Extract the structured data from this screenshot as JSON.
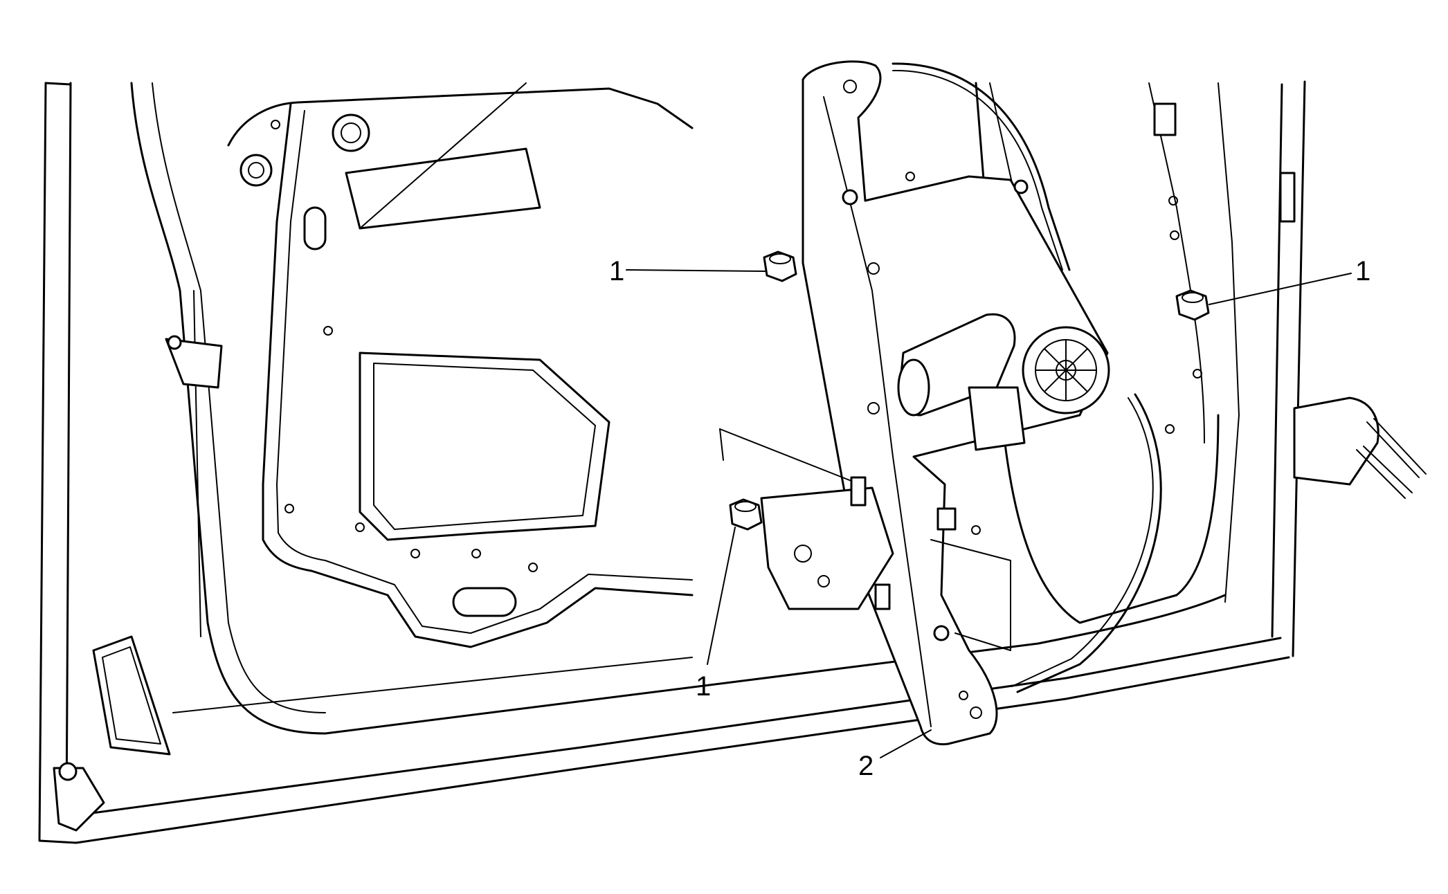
{
  "callouts": [
    {
      "id": "nut-upper-left",
      "label": "1"
    },
    {
      "id": "nut-lower-middle",
      "label": "1"
    },
    {
      "id": "nut-upper-right",
      "label": "1"
    },
    {
      "id": "window-regulator",
      "label": "2"
    }
  ]
}
